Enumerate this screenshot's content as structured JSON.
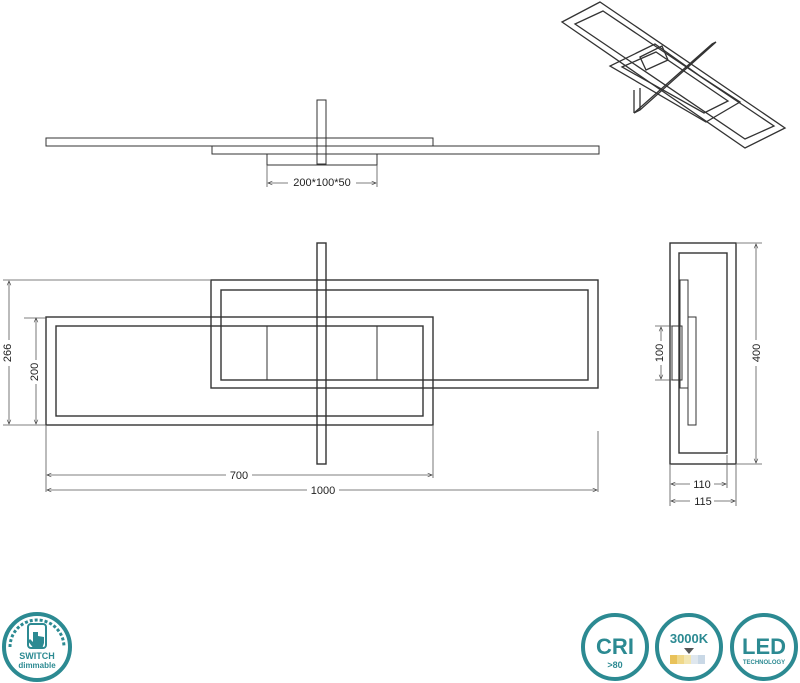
{
  "dimensions": {
    "side_mount": "200*100*50",
    "total_height": "266",
    "small_frame_height": "200",
    "small_frame_width": "700",
    "total_width": "1000",
    "depth_height": "400",
    "mount_height": "100",
    "depth_inner": "110",
    "depth_outer": "115"
  },
  "badges": {
    "switch_line1": "SWITCH",
    "switch_line2": "dimmable",
    "cri_label": "CRI",
    "cri_value": ">80",
    "temp_label": "3000K",
    "led_label": "LED",
    "led_sub": "TECHNOLOGY"
  },
  "colors": {
    "badge_teal": "#2c8a92",
    "line": "#333333"
  }
}
